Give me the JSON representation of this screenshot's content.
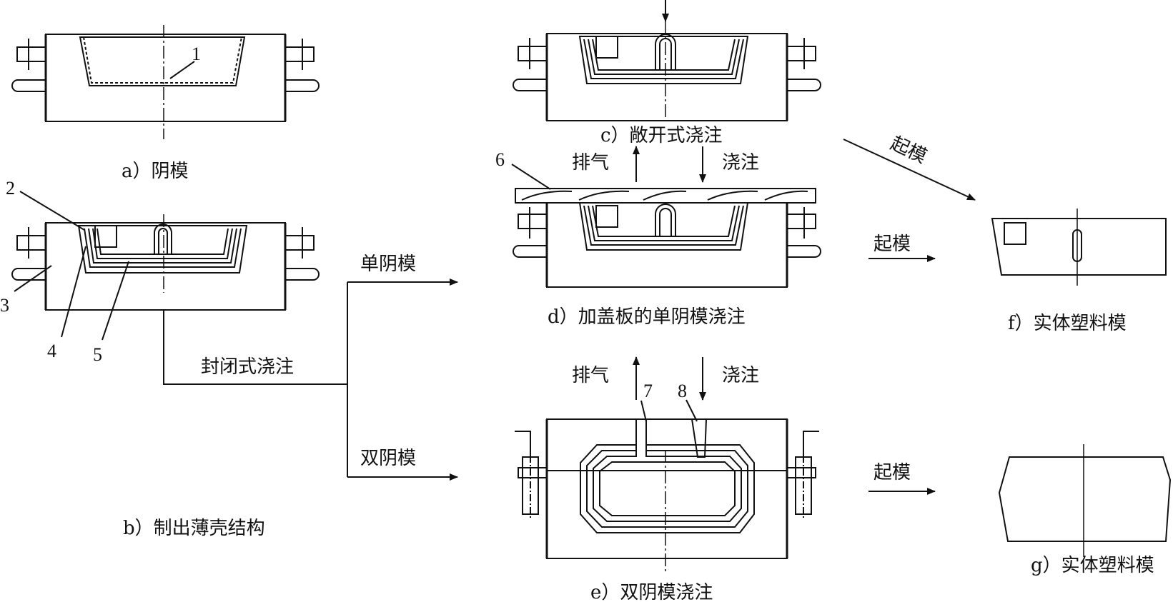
{
  "captions": {
    "a": "a）阴模",
    "b": "b）制出薄壳结构",
    "c": "c）敞开式浇注",
    "d": "d）加盖板的单阴模浇注",
    "e": "e）双阴模浇注",
    "f": "f）实体塑料模",
    "g": "g）实体塑料模"
  },
  "labels": {
    "closed_pour": "封闭式浇注",
    "single_mold": "单阴模",
    "double_mold": "双阴模",
    "demold": "起模",
    "vent": "排气",
    "pour": "浇注"
  },
  "part_numbers": [
    "1",
    "2",
    "3",
    "4",
    "5",
    "6",
    "7",
    "8"
  ]
}
